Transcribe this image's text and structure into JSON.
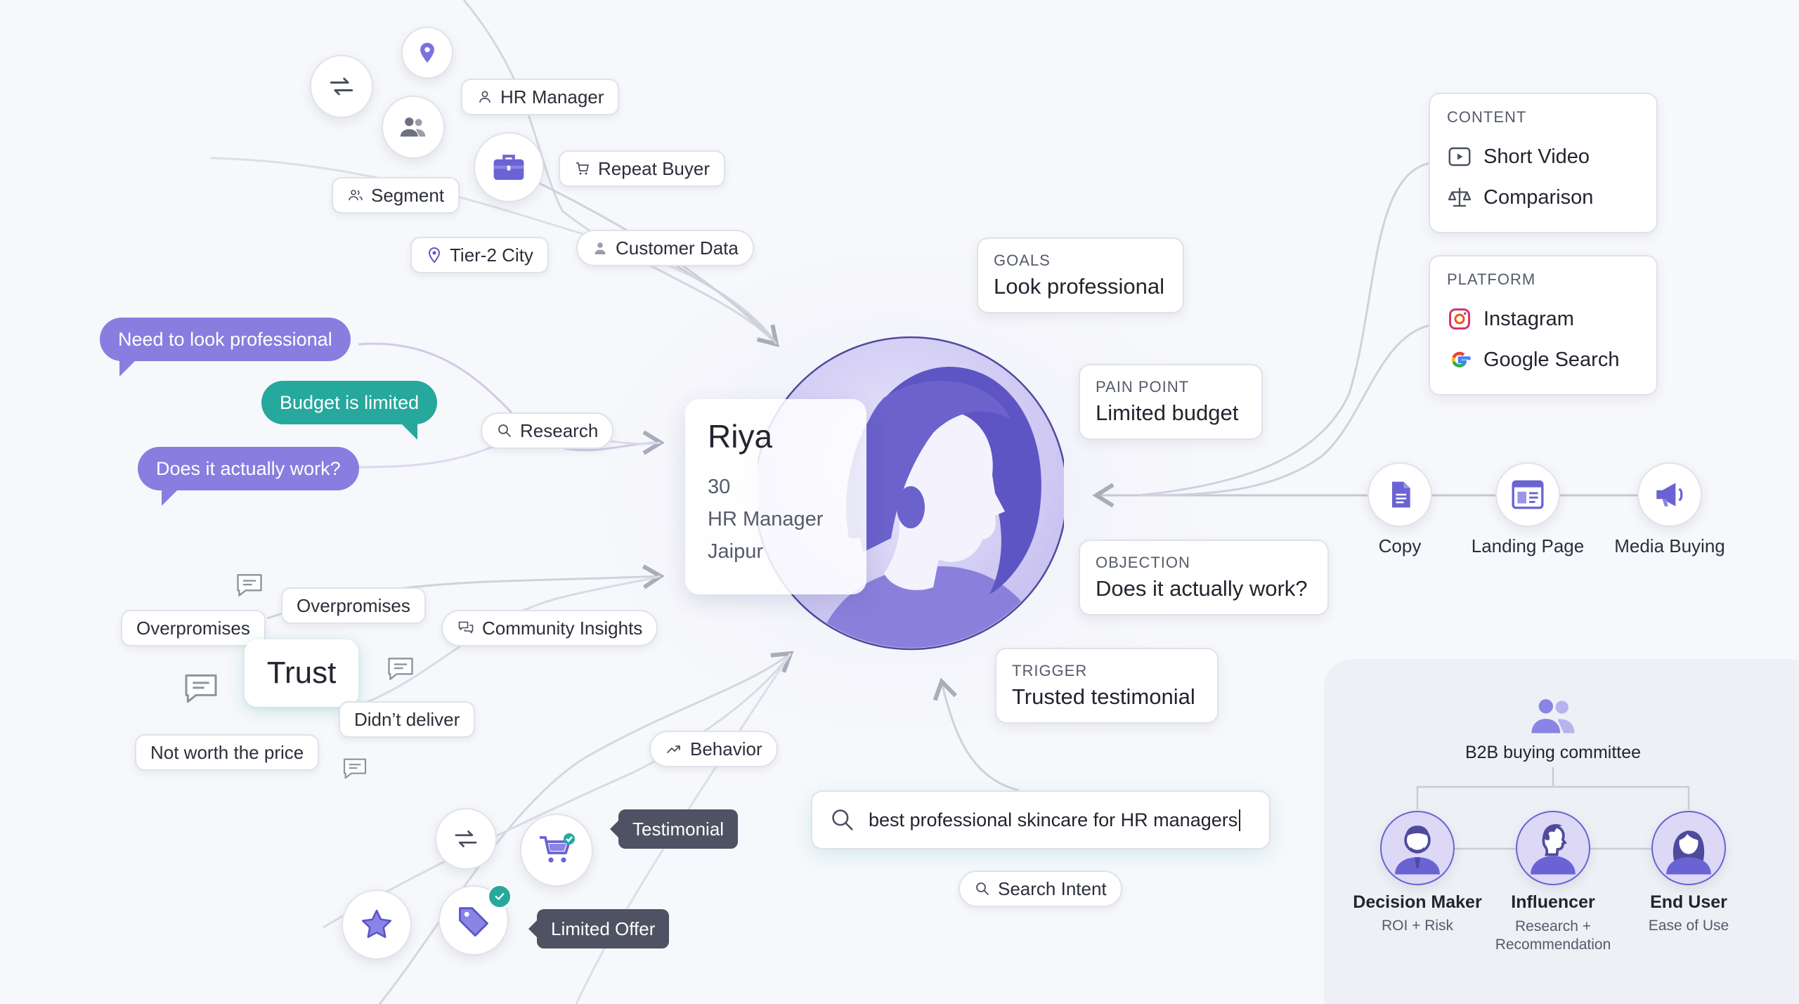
{
  "top_chips": {
    "hr_manager": "HR Manager",
    "repeat_buyer": "Repeat Buyer",
    "segment": "Segment",
    "tier2_city": "Tier-2 City",
    "customer_data": "Customer Data"
  },
  "bubbles": {
    "need_professional": "Need to look professional",
    "budget_limited": "Budget is limited",
    "does_it_work": "Does it actually work?",
    "research": "Research"
  },
  "community": {
    "overpromises_1": "Overpromises",
    "overpromises_2": "Overpromises",
    "trust": "Trust",
    "didnt_deliver": "Didn’t deliver",
    "not_worth": "Not worth the price",
    "community_insights": "Community Insights"
  },
  "behavior": {
    "behavior": "Behavior",
    "testimonial": "Testimonial",
    "limited_offer": "Limited Offer"
  },
  "persona": {
    "name": "Riya",
    "age": "30",
    "role": "HR Manager",
    "city": "Jaipur"
  },
  "cards": {
    "goals": {
      "key": "GOALS",
      "value": "Look professional"
    },
    "pain_point": {
      "key": "PAIN POINT",
      "value": "Limited budget"
    },
    "objection": {
      "key": "OBJECTION",
      "value": "Does it actually work?"
    },
    "trigger": {
      "key": "TRIGGER",
      "value": "Trusted testimonial"
    }
  },
  "search": {
    "query": "best professional skincare for HR managers",
    "label": "Search Intent"
  },
  "content_panel": {
    "title": "CONTENT",
    "items": [
      "Short Video",
      "Comparison"
    ]
  },
  "platform_panel": {
    "title": "PLATFORM",
    "items": [
      "Instagram",
      "Google Search"
    ]
  },
  "channels": [
    "Copy",
    "Landing Page",
    "Media Buying"
  ],
  "b2b": {
    "title": "B2B buying committee",
    "members": [
      {
        "role": "Decision Maker",
        "detail": "ROI + Risk"
      },
      {
        "role": "Influencer",
        "detail": "Research + Recommendation"
      },
      {
        "role": "End User",
        "detail": "Ease of Use"
      }
    ]
  },
  "colors": {
    "accent_purple": "#8a7de0",
    "teal": "#26a89c",
    "dark_chip": "#4e5262",
    "icon_purple": "#6a63d4"
  }
}
